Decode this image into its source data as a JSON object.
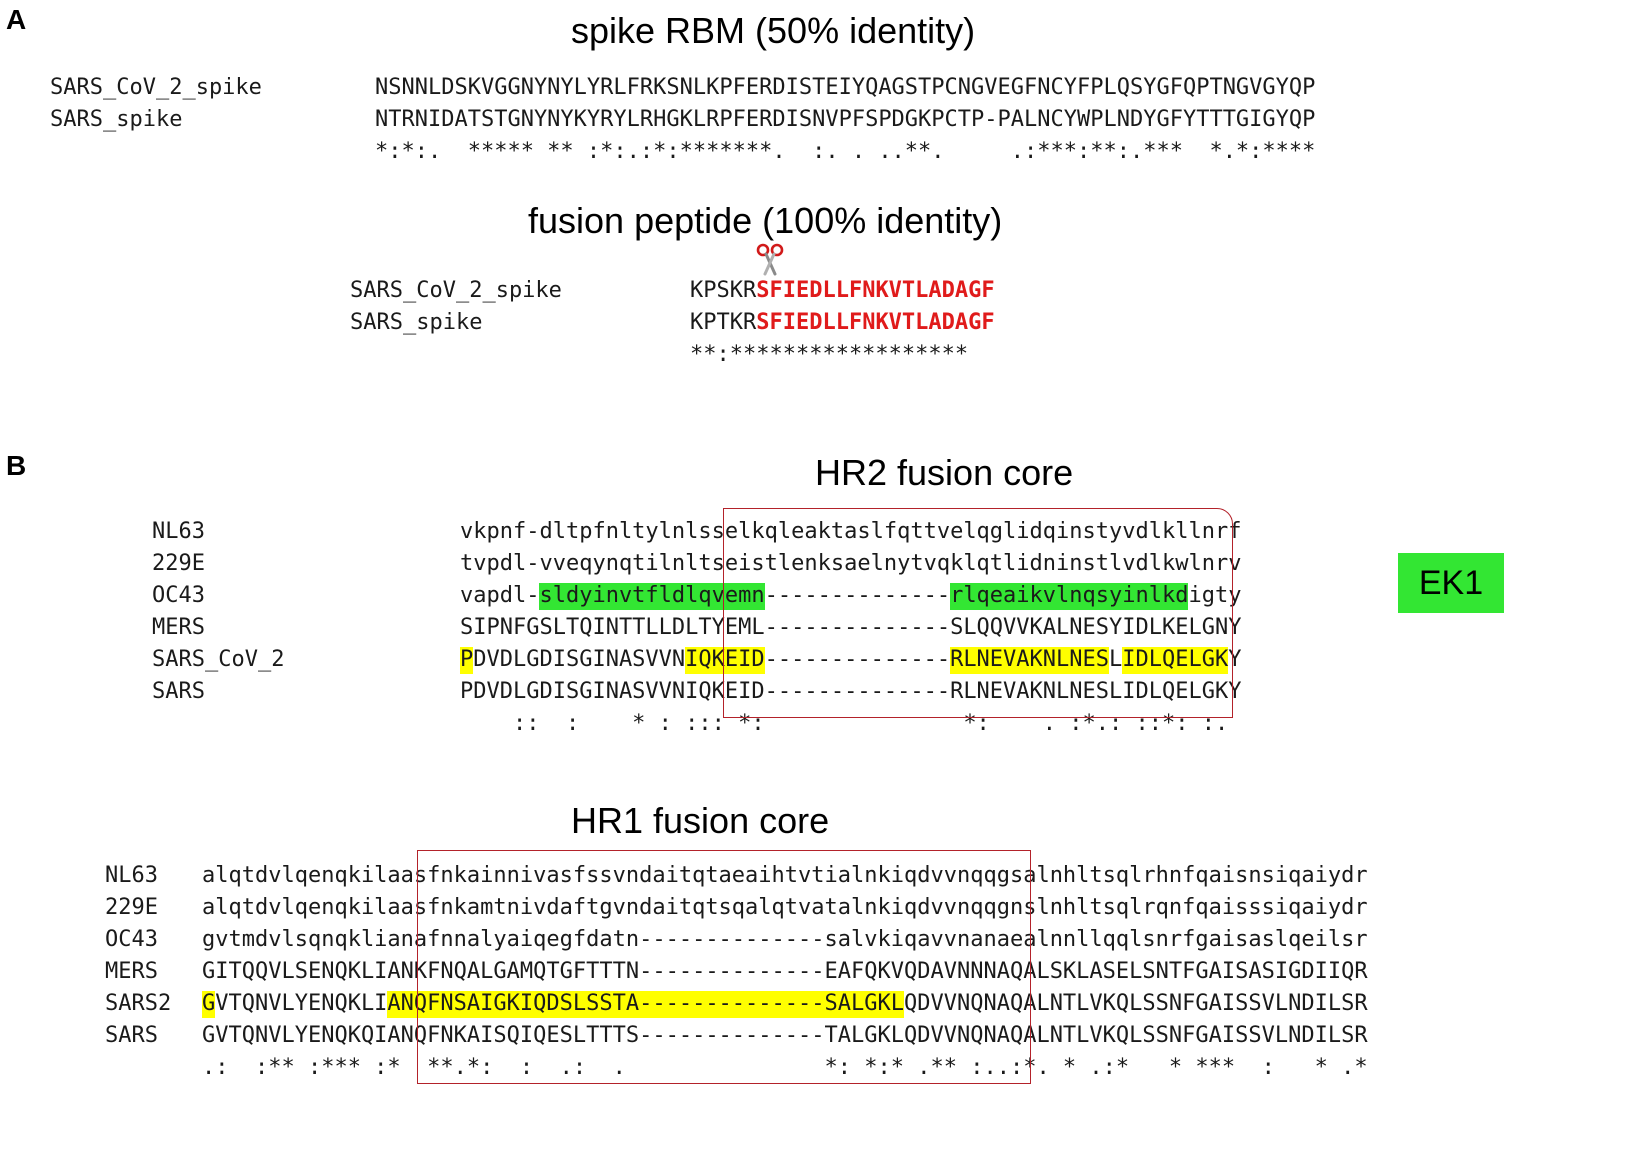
{
  "colors": {
    "green": "#33e633",
    "yellow": "#ffff00",
    "fusion_red": "#e01b1b",
    "box_red": "#b3222a"
  },
  "panel_a": {
    "label": "A",
    "rbm": {
      "title": "spike RBM (50% identity)",
      "rows": [
        {
          "name": "SARS_CoV_2_spike",
          "seq": "NSNNLDSKVGGNYNYLYRLFRKSNLKPFERDISTEIYQAGSTPCNGVEGFNCYFPLQSYGFQPTNGVGYQP"
        },
        {
          "name": "SARS_spike",
          "seq": "NTRNIDATSTGNYNYKYRYLRHGKLRPFERDISNVPFSPDGKPCTP-PALNCYWPLNDYGFYTTTGIGYQP"
        }
      ],
      "consensus": "*:*:.  ***** ** :*:.:*:*******.  :. . ..**.     .:***:**:.***  *.*:****"
    },
    "fusion": {
      "title": "fusion peptide (100% identity)",
      "scissors_icon": "scissors-icon",
      "rows": [
        {
          "name": "SARS_CoV_2_spike",
          "prefix": "KPSKR",
          "peptide": "SFIEDLLFNKVTLADAGF"
        },
        {
          "name": "SARS_spike",
          "prefix": "KPTKR",
          "peptide": "SFIEDLLFNKVTLADAGF"
        }
      ],
      "consensus": "**:******************"
    }
  },
  "panel_b": {
    "label": "B",
    "hr2": {
      "title": "HR2 fusion core",
      "rows": [
        {
          "name": "NL63",
          "seq": "vkpnf-dltpfnltylnlsselkqleaktaslfqttvelqglidqinstyvdlkllnrf"
        },
        {
          "name": "229E",
          "seq": "tvpdl-vveqynqtilnltseistlenksaelnytvqklqtlidninstlvdlkwlnrv"
        },
        {
          "name": "OC43",
          "seq": "vapdl-sldyinvtfldlqvemn--------------rlqeaikvlnqsyinlkdigty"
        },
        {
          "name": "MERS",
          "seq": "SIPNFGSLTQINTTLLDLTYEML--------------SLQQVVKALNESYIDLKELGNY"
        },
        {
          "name": "SARS_CoV_2",
          "seq": "PDVDLGDISGINASVVNIQKEID--------------RLNEVAKNLNESLIDLQELGKY"
        },
        {
          "name": "SARS",
          "seq": "PDVDLGDISGINASVVNIQKEID--------------RLNEVAKNLNESLIDLQELGKY"
        }
      ],
      "consensus": "    ::  :    * : ::: *:               *:    . :*.: ::*: :.",
      "ek1_label": "EK1",
      "highlights": [
        {
          "row": 2,
          "start": 6,
          "len": 17,
          "color": "green"
        },
        {
          "row": 2,
          "start": 37,
          "len": 18,
          "color": "green"
        },
        {
          "row": 4,
          "start": 0,
          "len": 1,
          "color": "yellow"
        },
        {
          "row": 4,
          "start": 17,
          "len": 6,
          "color": "yellow"
        },
        {
          "row": 4,
          "start": 37,
          "len": 12,
          "color": "yellow"
        },
        {
          "row": 4,
          "start": 50,
          "len": 8,
          "color": "yellow"
        }
      ]
    },
    "hr1": {
      "title": "HR1 fusion core",
      "rows": [
        {
          "name": "NL63",
          "seq": "alqtdvlqenqkilaasfnkainnivasfssvndaitqtaeaihtvtialnkiqdvvnqqgsalnhltsqlrhnfqaisnsiqaiydr"
        },
        {
          "name": "229E",
          "seq": "alqtdvlqenqkilaasfnkamtnivdaftgvndaitqtsqalqtvatalnkiqdvvnqqgnslnhltsqlrqnfqaisssiqaiydr"
        },
        {
          "name": "OC43",
          "seq": "gvtmdvlsqnqklianafnnalyaiqegfdatn--------------salvkiqavvnanaealnnllqqlsnrfgaisaslqeilsr"
        },
        {
          "name": "MERS",
          "seq": "GITQQVLSENQKLIANKFNQALGAMQTGFTTTN--------------EAFQKVQDAVNNNAQALSKLASELSNTFGAISASIGDIIQR"
        },
        {
          "name": "SARS2",
          "seq": "GVTQNVLYENQKLIANQFNSAIGKIQDSLSSTA--------------SALGKLQDVVNQNAQALNTLVKQLSSNFGAISSVLNDILSR"
        },
        {
          "name": "SARS",
          "seq": "GVTQNVLYENQKQIANQFNKAISQIQESLTTTS--------------TALGKLQDVVNQNAQALNTLVKQLSSNFGAISSVLNDILSR"
        }
      ],
      "consensus": ".:  :** :*** :*  **.*:  :  .:  .               *: *:* .** :..:*. * .:*   * ***  :   * .*",
      "highlights": [
        {
          "row": 4,
          "start": 0,
          "len": 1,
          "color": "yellow"
        },
        {
          "row": 4,
          "start": 14,
          "len": 39,
          "color": "yellow"
        }
      ]
    }
  }
}
